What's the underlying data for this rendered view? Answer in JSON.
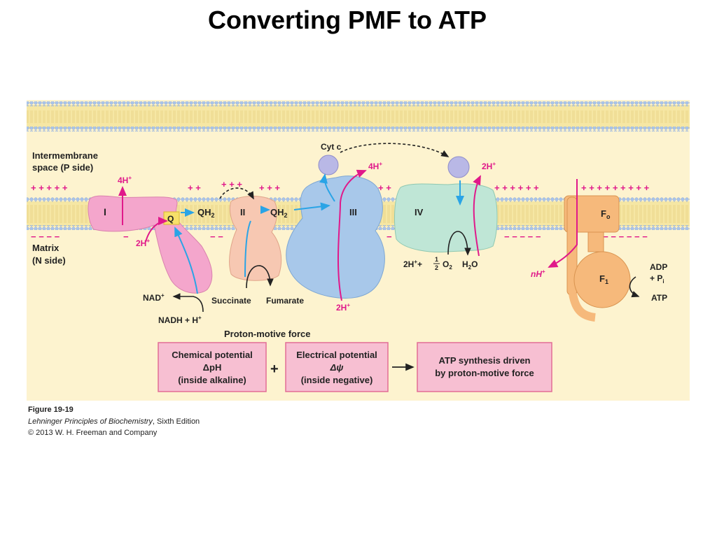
{
  "title": "Converting PMF to ATP",
  "labels": {
    "ims_line1": "Intermembrane",
    "ims_line2": "space (P side)",
    "matrix_line1": "Matrix",
    "matrix_line2": "(N side)",
    "complex_1": "I",
    "complex_2": "II",
    "complex_3": "III",
    "complex_4": "IV",
    "q": "Q",
    "qh2": "QH",
    "sub2": "2",
    "cyt_c": "Cyt c",
    "h4_up_1": "4H",
    "h4_up_3": "4H",
    "h2_up_4": "2H",
    "h2_in_1": "2H",
    "h2_in_3": "2H",
    "plus_sup": "+",
    "nad": "NAD",
    "nadh": "NADH + H",
    "succinate": "Succinate",
    "fumarate": "Fumarate",
    "oxygen_eq": "2H",
    "oxygen_rest": "+",
    "half_num": "1",
    "half_den": "2",
    "o2": "O",
    "h2o_h": "H",
    "h2o_o": "O",
    "fo": "F",
    "fo_sub": "o",
    "f1": "F",
    "f1_sub": "1",
    "nh": "nH",
    "n_italic": "n",
    "adp": "ADP",
    "pi": "+ P",
    "pi_sub": "i",
    "atp": "ATP",
    "pmf_heading": "Proton-motive force",
    "box1_l1": "Chemical potential",
    "box1_l2": "ΔpH",
    "box1_l3": "(inside alkaline)",
    "box2_l1": "Electrical potential",
    "box2_l2": "Δψ",
    "box2_l3": "(inside negative)",
    "box3_l1": "ATP synthesis driven",
    "box3_l2": "by proton-motive force",
    "plus_sign": "+"
  },
  "caption": {
    "figure": "Figure 19-19",
    "book_title": "Lehninger Principles of Biochemistry",
    "book_edition": ", Sixth Edition",
    "copyright": "© 2013 W. H. Freeman and Company"
  },
  "colors": {
    "panel_bg": "#fdf3cf",
    "membrane_band": "#f6e7a4",
    "lipid_head": "#a9c4ea",
    "complex_I": "#f4a6cc",
    "complex_II": "#f7c8b2",
    "complex_III": "#a8c8ea",
    "complex_IV": "#bfe6d6",
    "cyt_c": "#b9b8e6",
    "atp_synthase": "#f6b97b",
    "proton_arrow": "#e0198a",
    "electron_arrow": "#2aa4e6",
    "box_fill": "#f7bfd2",
    "box_border": "#e26d95"
  }
}
